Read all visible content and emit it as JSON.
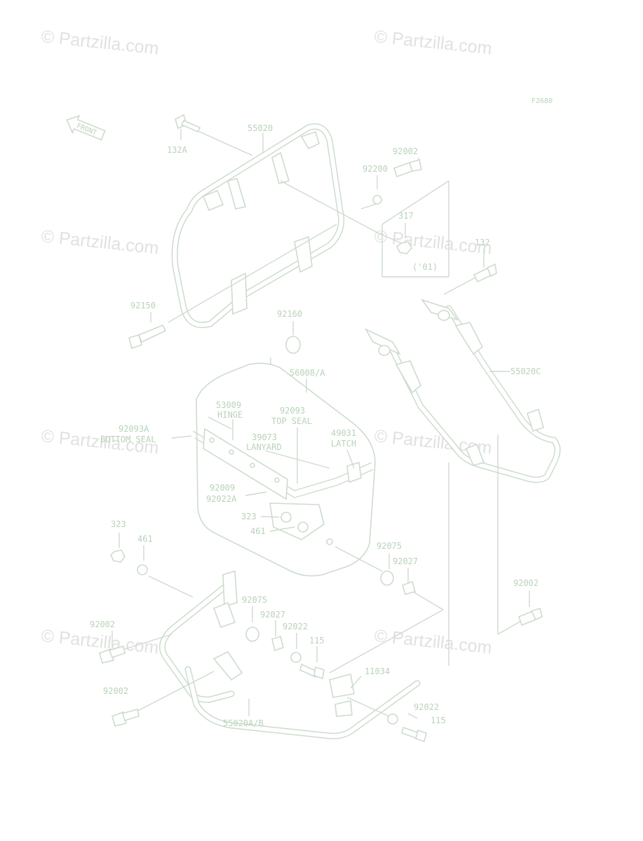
{
  "diagram_code": "F2680",
  "front_label": "FRONT",
  "watermark": "© Partzilla.com",
  "labels": {
    "p55020": "55020",
    "p132A": "132A",
    "p92002_top": "92002",
    "p92200": "92200",
    "p317": "317",
    "p01": "('01)",
    "p132": "132",
    "p92150": "92150",
    "p92160": "92160",
    "p56008": "56008/A",
    "p55020C": "55020C",
    "p53009": "53009",
    "hinge": "HINGE",
    "p92093": "92093",
    "top_seal": "TOP SEAL",
    "p92093A": "92093A",
    "bottom_seal": "BOTTOM SEAL",
    "p39073": "39073",
    "lanyard": "LANYARD",
    "p49031": "49031",
    "latch": "LATCH",
    "p92009": "92009",
    "p92022A": "92022A",
    "p323_box": "323",
    "p461_box": "461",
    "p323": "323",
    "p461": "461",
    "p92075_r": "92075",
    "p92027_r": "92027",
    "p92002_r": "92002",
    "p92075": "92075",
    "p92027": "92027",
    "p92022": "92022",
    "p115": "115",
    "p92002_l1": "92002",
    "p11034": "11034",
    "p92002_l2": "92002",
    "p92022_b": "92022",
    "p115_b": "115",
    "p55020AB": "55020A/B"
  }
}
